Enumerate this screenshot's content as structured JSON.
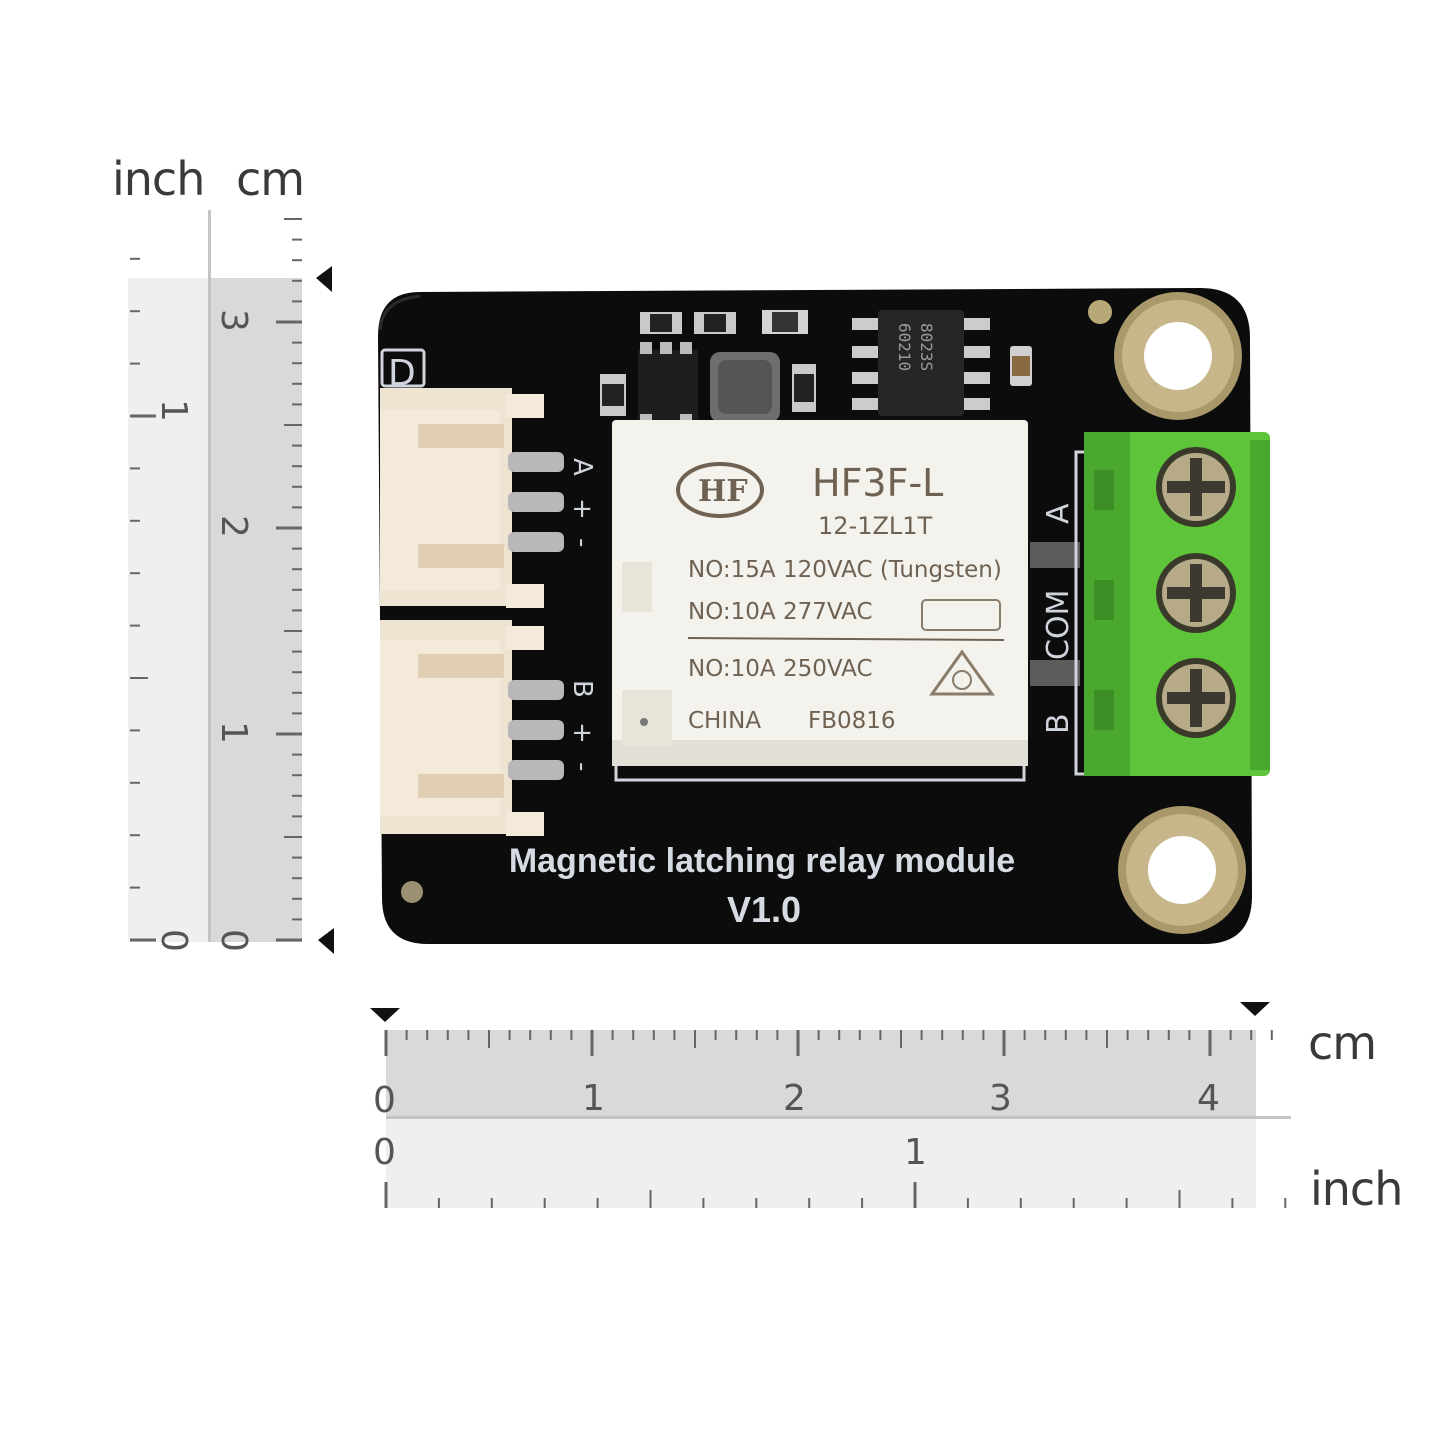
{
  "units": {
    "inch": "inch",
    "cm": "cm"
  },
  "vertical_ruler": {
    "cm_labels": [
      "3",
      "2",
      "1",
      "0"
    ],
    "inch_labels": [
      "1",
      "0"
    ]
  },
  "horizontal_ruler": {
    "cm_labels": [
      "0",
      "1",
      "2",
      "3",
      "4"
    ],
    "inch_labels": [
      "0",
      "1"
    ]
  },
  "board": {
    "title": "Magnetic latching relay module",
    "version": "V1.0",
    "left_pins_top": [
      "A",
      "+",
      "-"
    ],
    "left_pins_bottom": [
      "B",
      "+",
      "-"
    ],
    "terminal_labels": [
      "A",
      "COM",
      "B"
    ]
  },
  "relay": {
    "model": "HF3F-L",
    "variant": "12-1ZL1T",
    "rating1": "NO:15A 120VAC (Tungsten)",
    "rating2": "NO:10A 277VAC",
    "rating3": "NO:10A 250VAC",
    "origin": "CHINA",
    "code": "FB0816",
    "logo": "HF"
  },
  "chip": {
    "line1": "8023S",
    "line2": "60210"
  },
  "colors": {
    "board": "#0c0c0c",
    "terminal": "#5ec43a",
    "relay": "#f4f2ec",
    "ruler_dark": "#d9d9d9",
    "ruler_light": "#efefef"
  }
}
